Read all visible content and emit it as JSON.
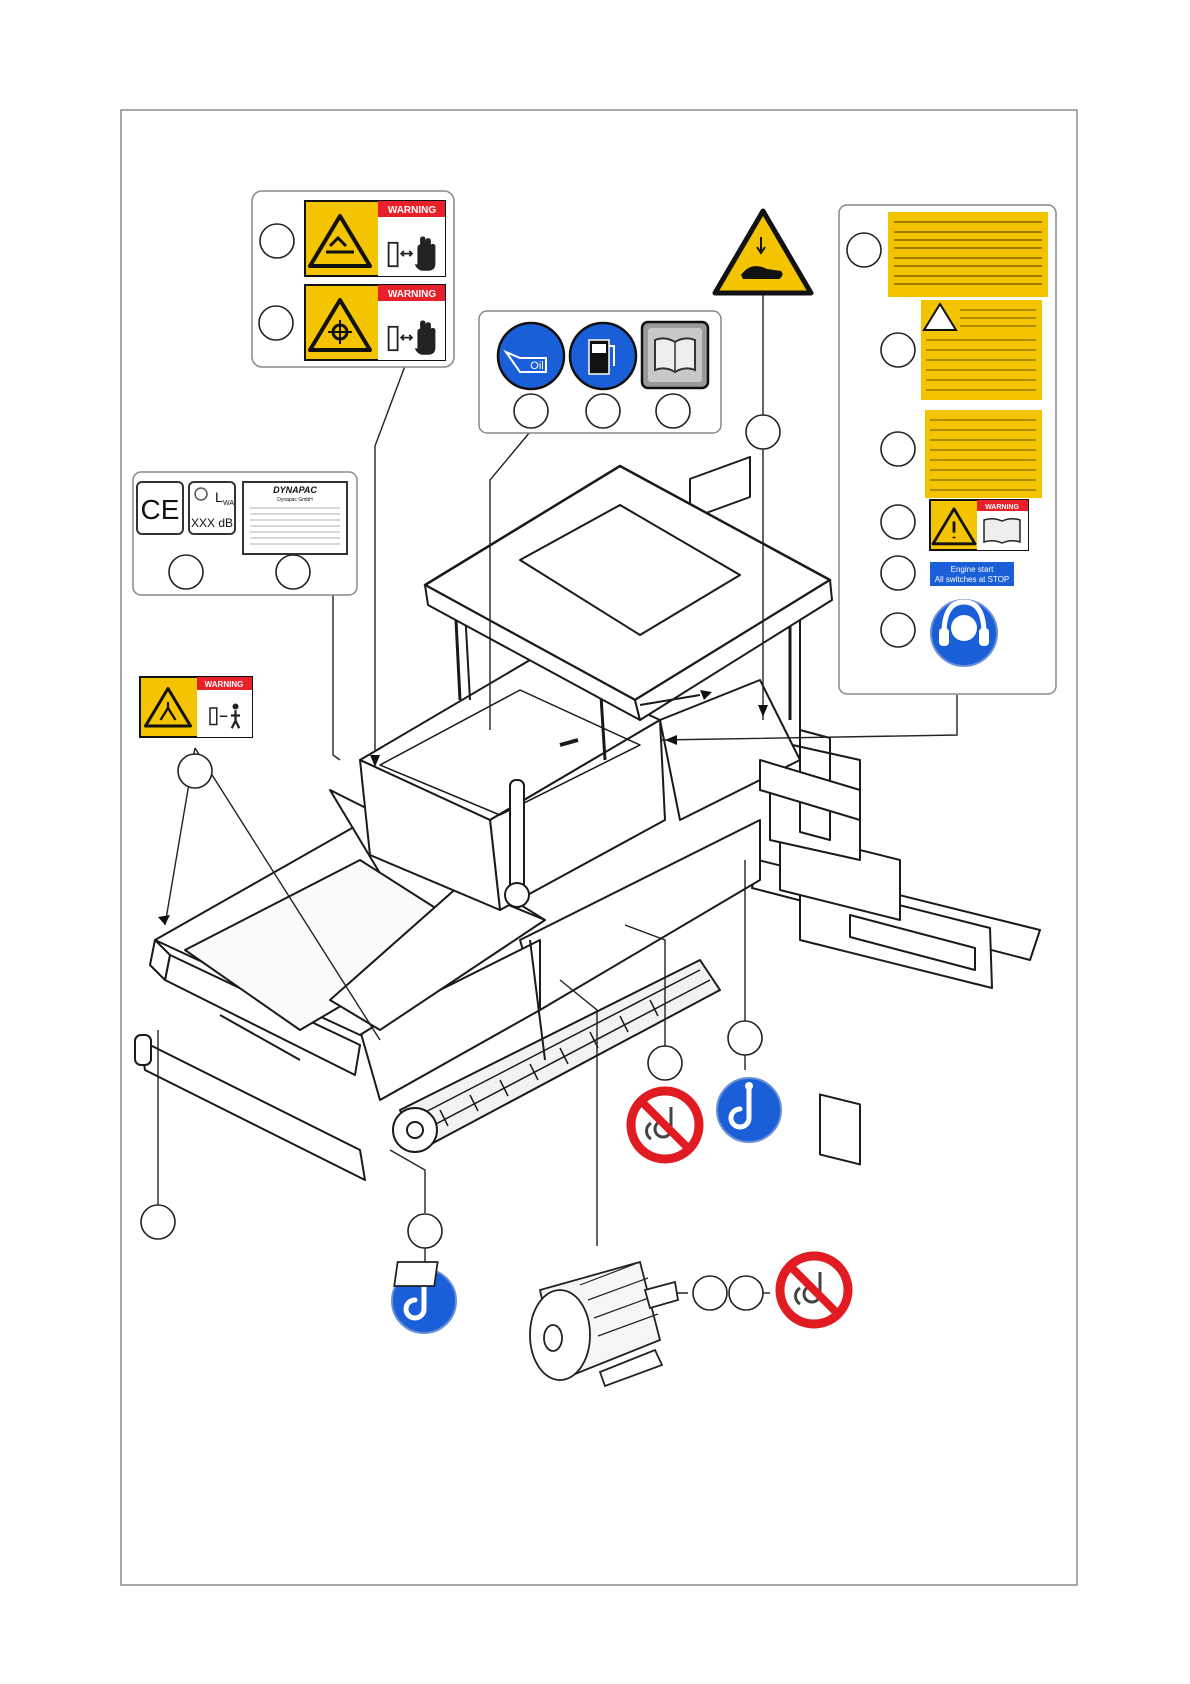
{
  "colors": {
    "warning_yellow": "#f4c400",
    "warning_red": "#e8202a",
    "mandatory_blue": "#1a5fd8",
    "prohibition_red": "#e11b22",
    "frame": "#8c8c8c",
    "line": "#1a1a1a"
  },
  "labels": {
    "warning": "WARNING",
    "oil": "Oil",
    "ce": "CE",
    "lwa": "L",
    "lwa_sub": "WA",
    "db": "XXX dB",
    "brand": "DYNAPAC",
    "brand_sub": "Dynapac GmbH",
    "engine_start_1": "Engine start",
    "engine_start_2": "All switches at STOP"
  },
  "icons": {
    "crush_hazard": "crush-hazard-icon",
    "hand_stop": "hand-stop-icon",
    "rotating_parts": "rotating-parts-icon",
    "oil_can": "oil-can-icon",
    "diesel_pump": "diesel-pump-icon",
    "manual_book": "manual-book-icon",
    "hand_crush": "hand-crush-warning-icon",
    "hearing_protection": "hearing-protection-icon",
    "crane_hook": "crane-hook-icon",
    "no_lifting": "no-lifting-icon",
    "electric_motor": "electric-motor-icon",
    "paver": "asphalt-paver-drawing"
  }
}
